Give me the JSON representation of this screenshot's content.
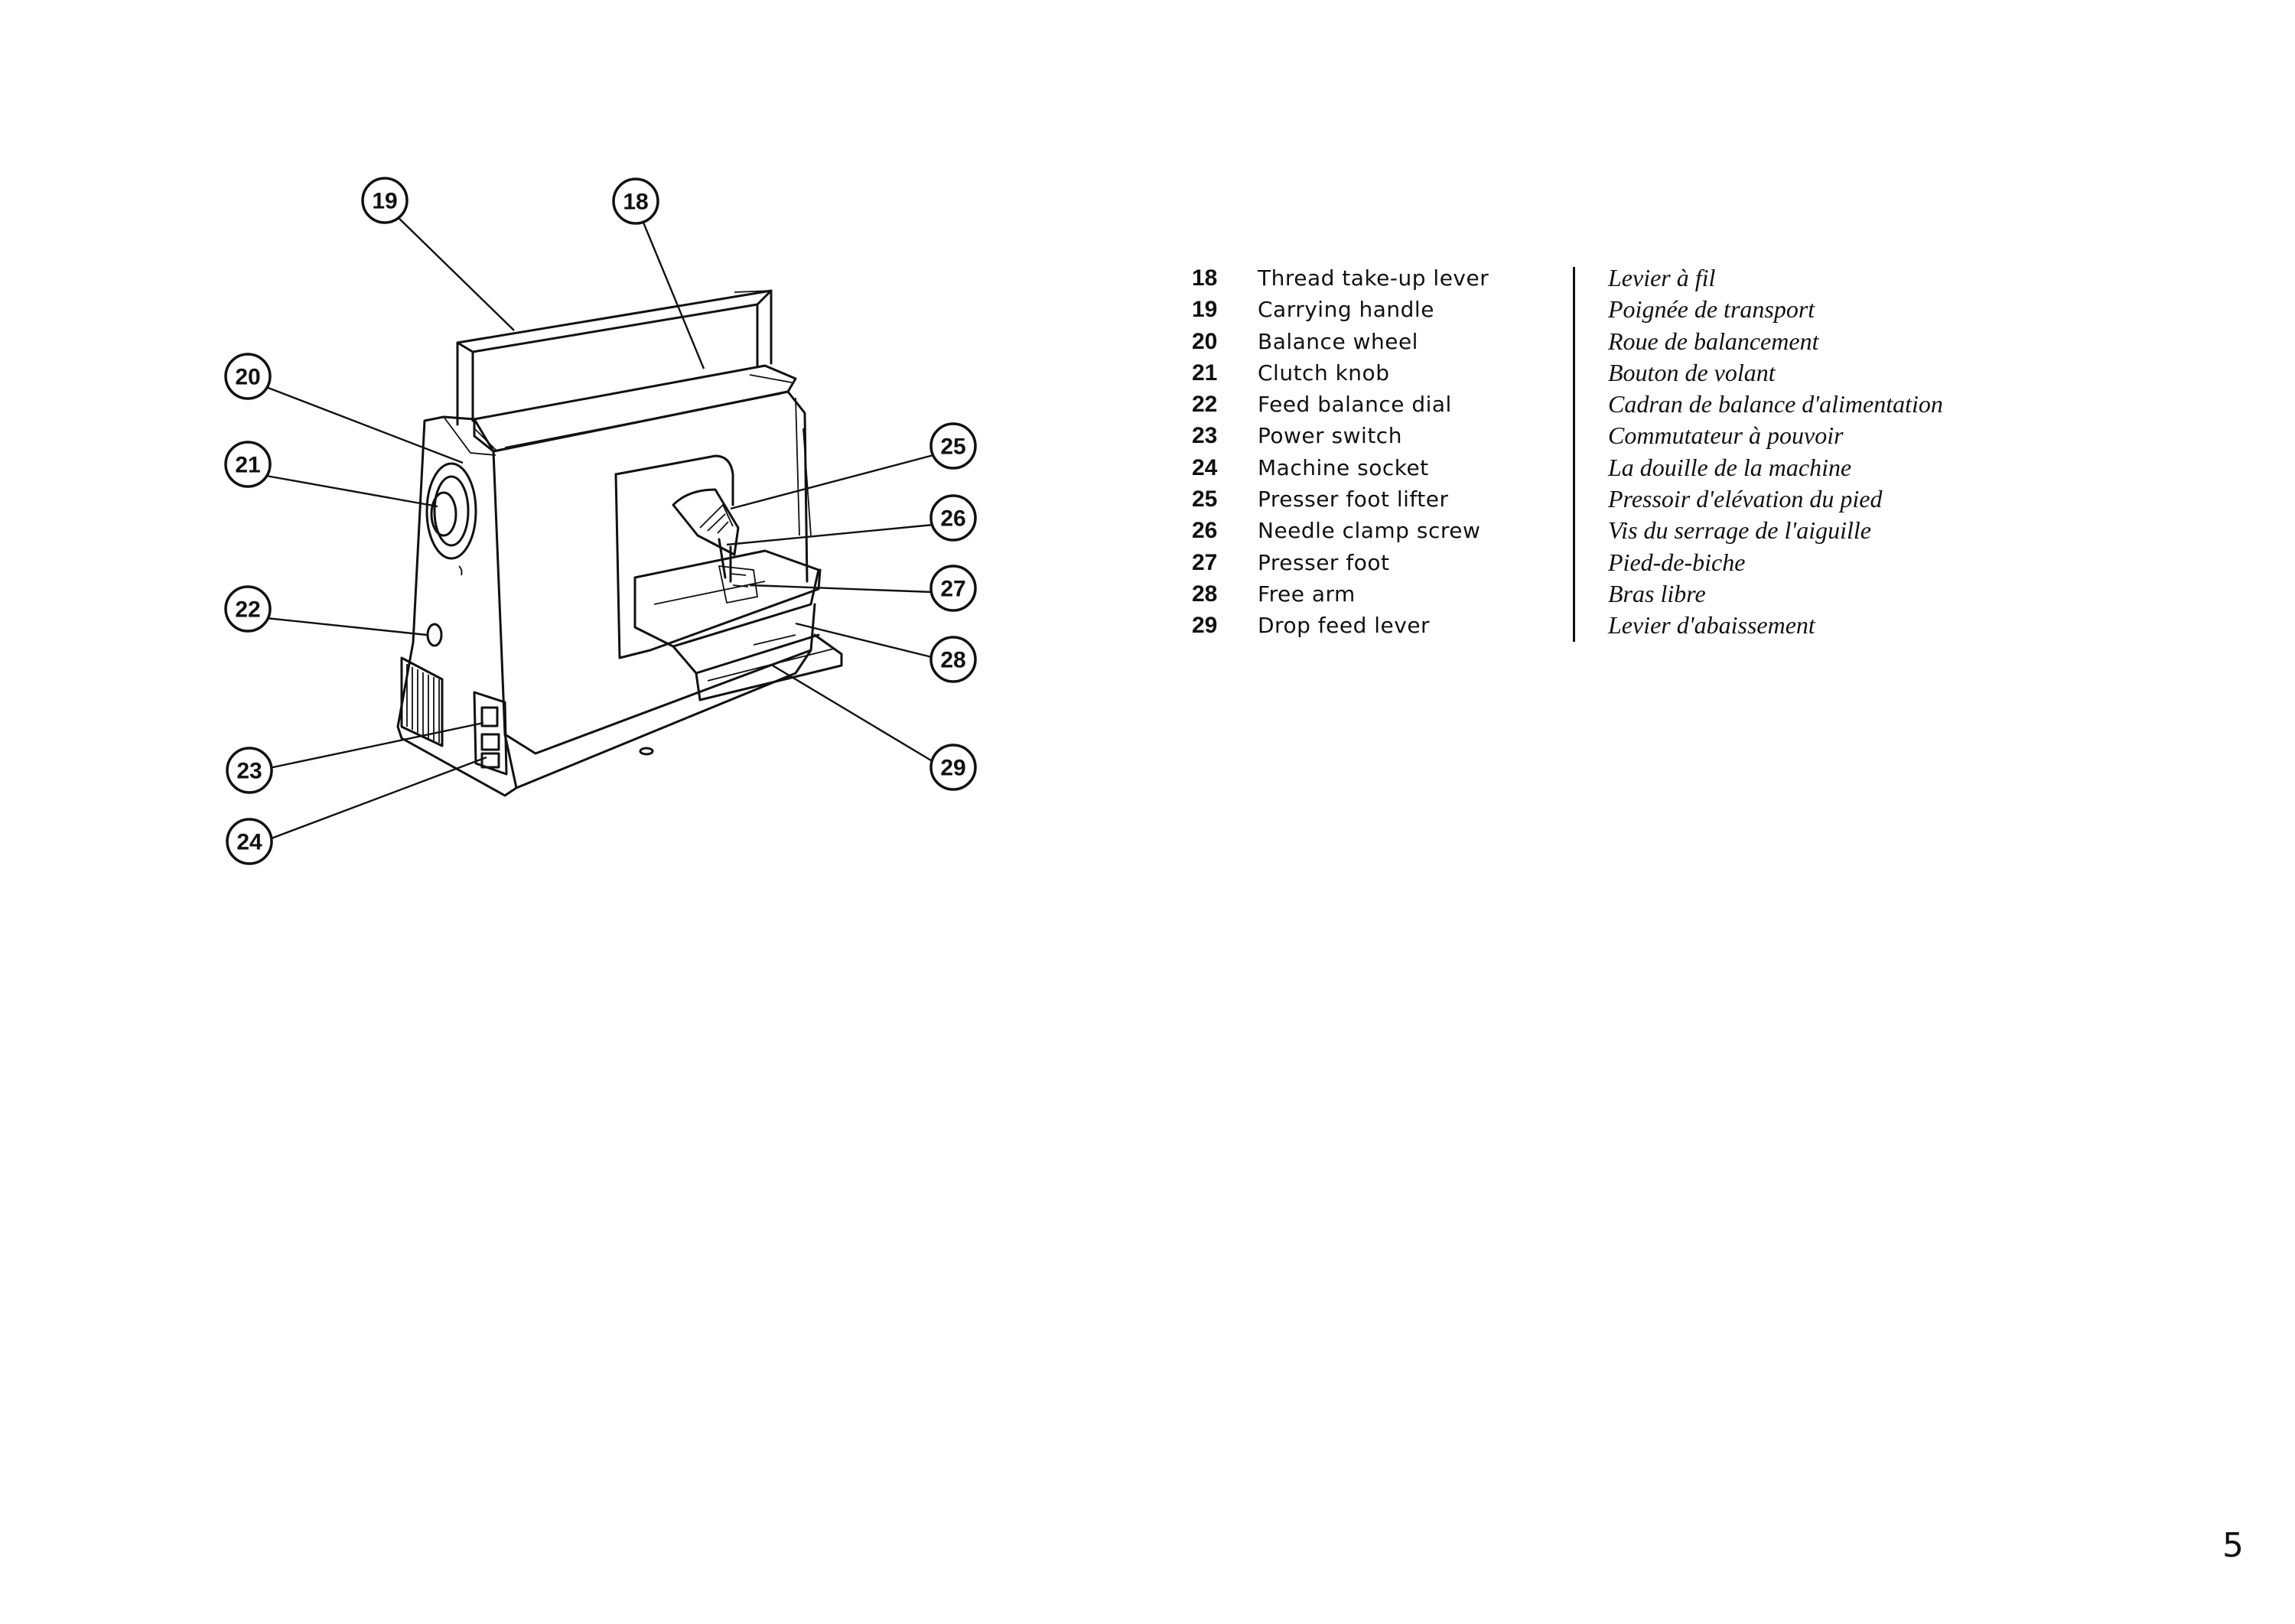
{
  "callouts": [
    "18",
    "19",
    "20",
    "21",
    "22",
    "23",
    "24",
    "25",
    "26",
    "27",
    "28",
    "29"
  ],
  "legend": [
    {
      "num": "18",
      "en": "Thread take-up lever",
      "fr": "Levier à fil"
    },
    {
      "num": "19",
      "en": "Carrying handle",
      "fr": "Poignée de transport"
    },
    {
      "num": "20",
      "en": "Balance wheel",
      "fr": "Roue de balancement"
    },
    {
      "num": "21",
      "en": "Clutch knob",
      "fr": "Bouton de volant"
    },
    {
      "num": "22",
      "en": "Feed balance dial",
      "fr": "Cadran de balance d'alimentation"
    },
    {
      "num": "23",
      "en": "Power switch",
      "fr": "Commutateur à pouvoir"
    },
    {
      "num": "24",
      "en": "Machine socket",
      "fr": "La douille de la machine"
    },
    {
      "num": "25",
      "en": "Presser foot lifter",
      "fr": "Pressoir d'elévation du pied"
    },
    {
      "num": "26",
      "en": "Needle clamp screw",
      "fr": "Vis du serrage de l'aiguille"
    },
    {
      "num": "27",
      "en": "Presser foot",
      "fr": "Pied-de-biche"
    },
    {
      "num": "28",
      "en": "Free arm",
      "fr": "Bras libre"
    },
    {
      "num": "29",
      "en": "Drop feed lever",
      "fr": "Levier d'abaissement"
    }
  ],
  "page_number": "5"
}
